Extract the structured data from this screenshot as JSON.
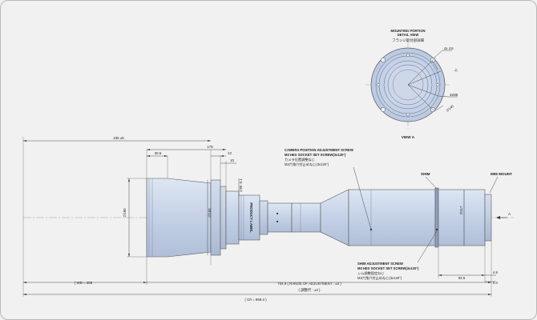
{
  "view_title": {
    "line1": "MOUNTING PORTION",
    "line2": "DETAIL VIEW",
    "line3": "フランジ取付部詳細"
  },
  "view_label": "VIEW A",
  "flange_callouts": {
    "holes": "4x ∅6",
    "angle": "5°",
    "screws": "4xM5",
    "pcd": "∅140"
  },
  "camera_screw_note": [
    "CAMERA  POSITION ADJUSTMENT SCREW",
    "M3 HEX SOCKET SET SCREW(3x120°)",
    "カメラ位置調整ねじ",
    "M3六角穴付止めねじ(3x120°)"
  ],
  "shim_label": "SHIM",
  "mount_label": "M95 MOUNT",
  "shim_screw_note": [
    "SHIM ADJUSTMENT SCREW",
    "M3 HEX SOCKET SET SCREW(3x120°)",
    "シム調整固定ねじ",
    "M3六角穴付止めねじ(3x120°)"
  ],
  "product_label": "PRODUCT LABEL",
  "arrow_label": "A",
  "dims": {
    "d435": "435 ±5",
    "d175": "175",
    "d30_5": "30.5",
    "d12": "12",
    "d10": "10",
    "d95": "∅95 -0.1",
    "d160a": "∅160",
    "d160b": "∅160",
    "d117": "∅117",
    "d93_5": "93.5",
    "d4_8": "4.8",
    "d9_4": "9.4",
    "wd": "( WD = 255",
    "range": "704.9 ( RANGE OF ADJUSTMENT : ±3 )",
    "range_jp": "( 調整代 : ±3 )",
    "oi": "( O/I = 969.3 )"
  }
}
